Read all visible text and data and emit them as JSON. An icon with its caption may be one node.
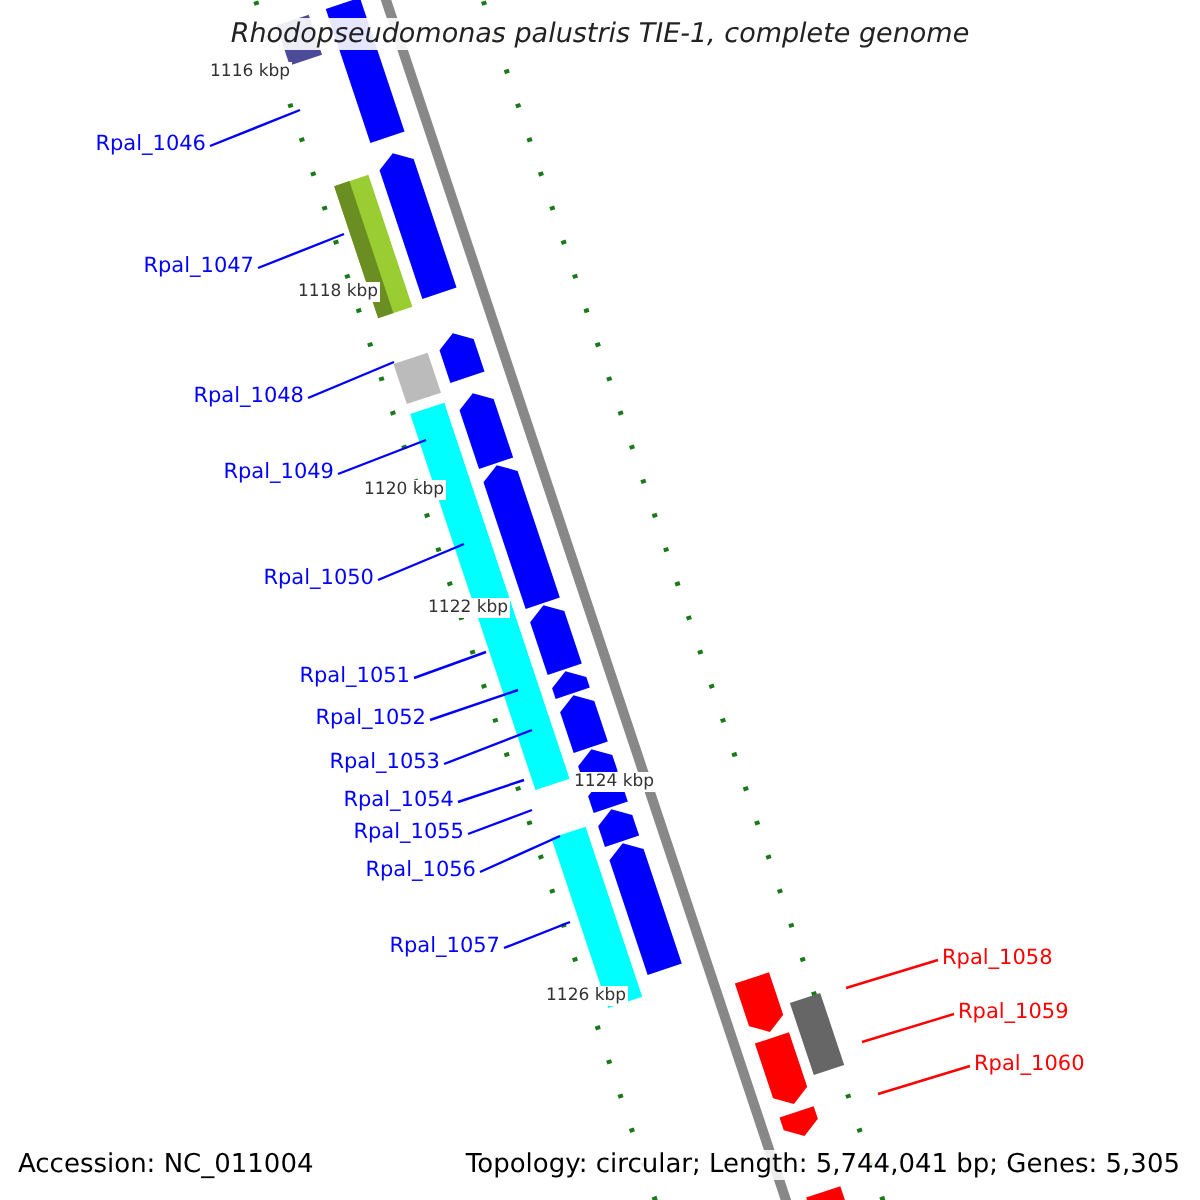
{
  "diagram": {
    "title": "Rhodopseudomonas palustris TIE-1, complete genome",
    "nodes": [
      {
        "text": [
          "Rpal_1046"
        ]
      },
      {
        "text": [
          "Rpal_1047"
        ]
      },
      {
        "text": [
          "Rpal_1048"
        ]
      },
      {
        "text": [
          "Rpal_1049"
        ]
      },
      {
        "text": [
          "Rpal_1050"
        ]
      },
      {
        "text": [
          "Rpal_1051"
        ]
      },
      {
        "text": [
          "Rpal_1052"
        ]
      },
      {
        "text": [
          "Rpal_1053"
        ]
      },
      {
        "text": [
          "Rpal_1054"
        ]
      },
      {
        "text": [
          "Rpal_1055"
        ]
      },
      {
        "text": [
          "Rpal_1056"
        ]
      },
      {
        "text": [
          "Rpal_1057"
        ]
      },
      {
        "text": [
          "Rpal_1058"
        ]
      },
      {
        "text": [
          "Rpal_1059"
        ]
      },
      {
        "text": [
          "Rpal_1060"
        ]
      }
    ],
    "edges": [
      {
        "from": 0,
        "to": null,
        "arrow": "none"
      },
      {
        "from": 1,
        "to": null,
        "arrow": "none"
      },
      {
        "from": 2,
        "to": null,
        "arrow": "none"
      },
      {
        "from": 3,
        "to": null,
        "arrow": "none"
      },
      {
        "from": 4,
        "to": null,
        "arrow": "none"
      },
      {
        "from": 5,
        "to": null,
        "arrow": "none"
      },
      {
        "from": 6,
        "to": null,
        "arrow": "none"
      },
      {
        "from": 7,
        "to": null,
        "arrow": "none"
      },
      {
        "from": 8,
        "to": null,
        "arrow": "none"
      },
      {
        "from": 9,
        "to": null,
        "arrow": "none"
      },
      {
        "from": 10,
        "to": null,
        "arrow": "none"
      },
      {
        "from": 11,
        "to": null,
        "arrow": "none"
      },
      {
        "from": 12,
        "to": null,
        "arrow": "none",
        "color": "#ff0000"
      },
      {
        "from": 13,
        "to": null,
        "arrow": "none",
        "color": "#ff0000"
      },
      {
        "from": 14,
        "to": null,
        "arrow": "none",
        "color": "#ff0000"
      }
    ],
    "labels": [
      "1116 kbp",
      "1118 kbp",
      "1120 kbp",
      "1122 kbp",
      "1124 kbp",
      "1126 kbp",
      "Accession: NC_011004",
      "Topology: circular; Length: 5,744,041 bp; Genes: 5,305"
    ]
  }
}
